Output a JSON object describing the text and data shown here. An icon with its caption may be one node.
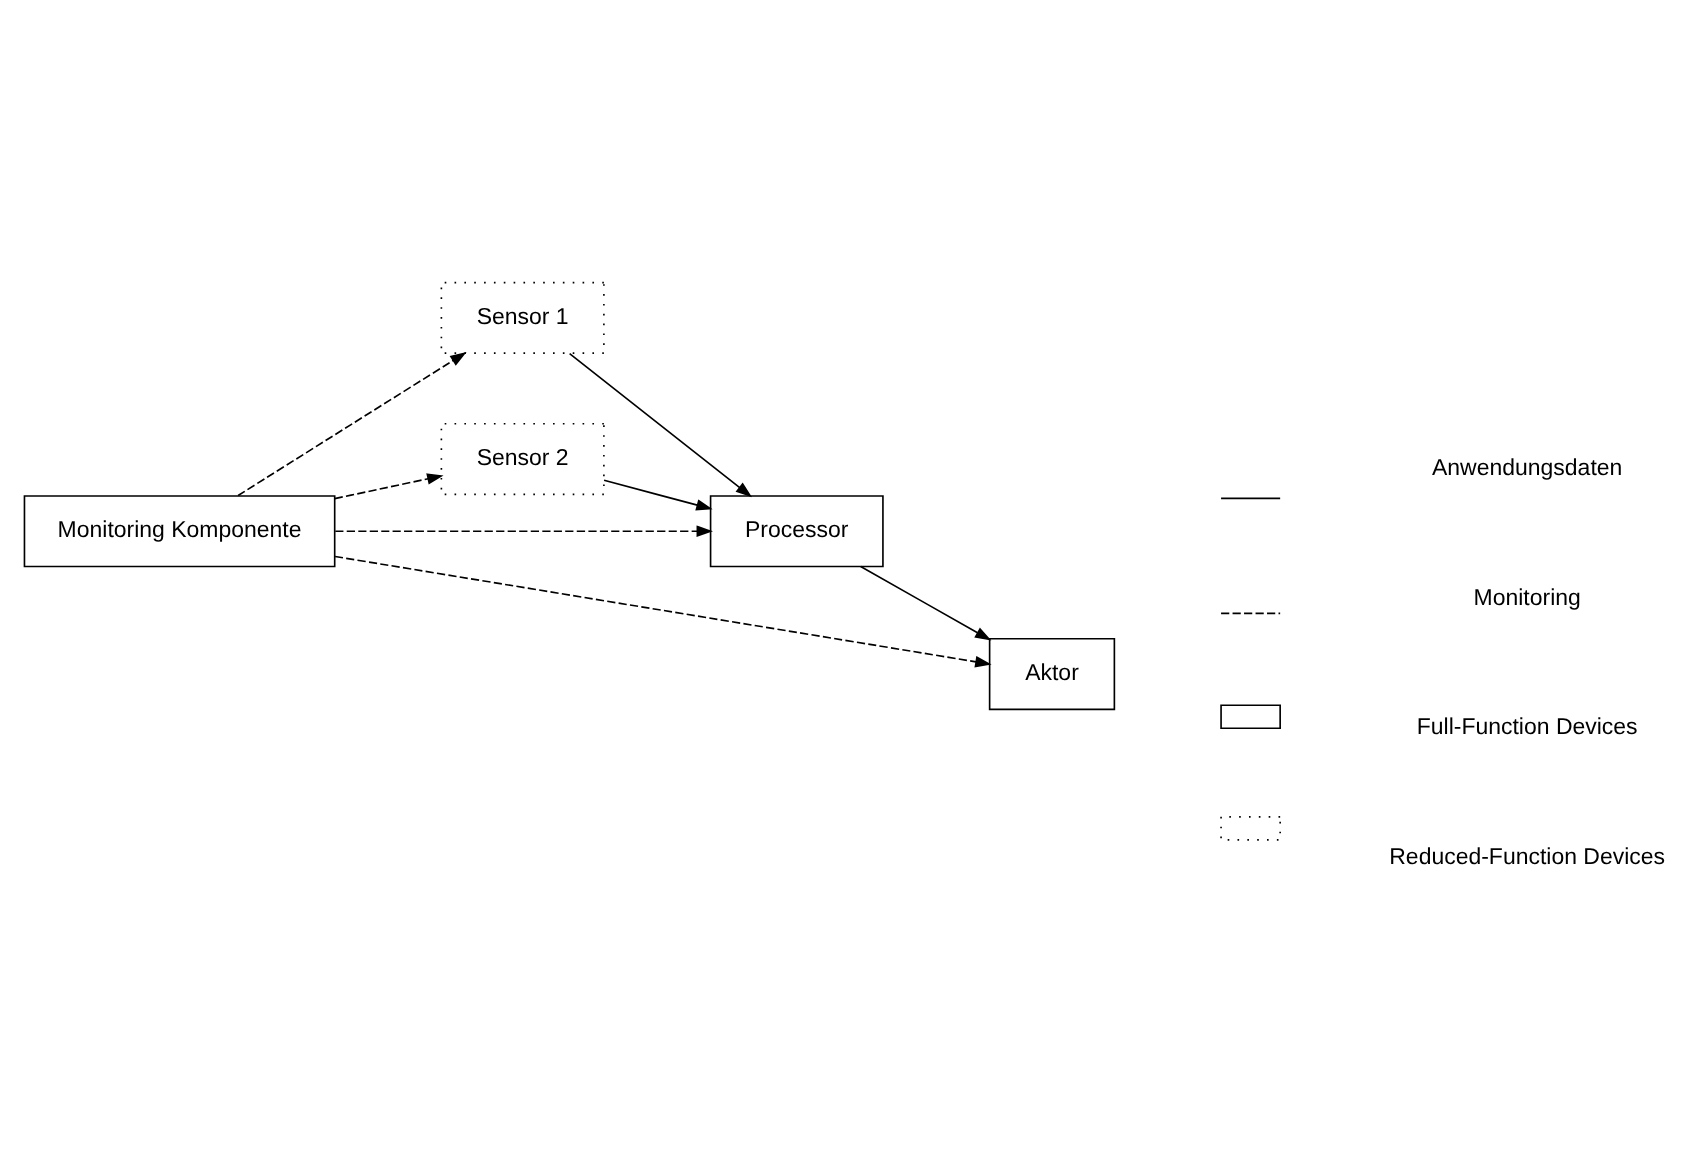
{
  "diagram": {
    "nodes": [
      {
        "text": [
          "Monitoring Komponente"
        ]
      },
      {
        "text": [
          "Sensor 1"
        ]
      },
      {
        "text": [
          "Sensor 2"
        ]
      },
      {
        "text": [
          "Processor"
        ]
      },
      {
        "text": [
          "Aktor"
        ]
      }
    ],
    "edges": [
      {
        "from": 0,
        "to": 1,
        "arrow": "to",
        "style": "dashed"
      },
      {
        "from": 0,
        "to": 2,
        "arrow": "to",
        "style": "dashed"
      },
      {
        "from": 0,
        "to": 3,
        "arrow": "to",
        "style": "dashed"
      },
      {
        "from": 0,
        "to": 4,
        "arrow": "to",
        "style": "dashed"
      },
      {
        "from": 1,
        "to": 3,
        "arrow": "to"
      },
      {
        "from": 2,
        "to": 3,
        "arrow": "to"
      },
      {
        "from": 3,
        "to": 4,
        "arrow": "to"
      }
    ],
    "legend": [
      {
        "text": "Anwendungsdaten"
      },
      {
        "text": "Monitoring"
      },
      {
        "text": "Full-Function Devices"
      },
      {
        "text": "Reduced-Function Devices"
      }
    ]
  }
}
